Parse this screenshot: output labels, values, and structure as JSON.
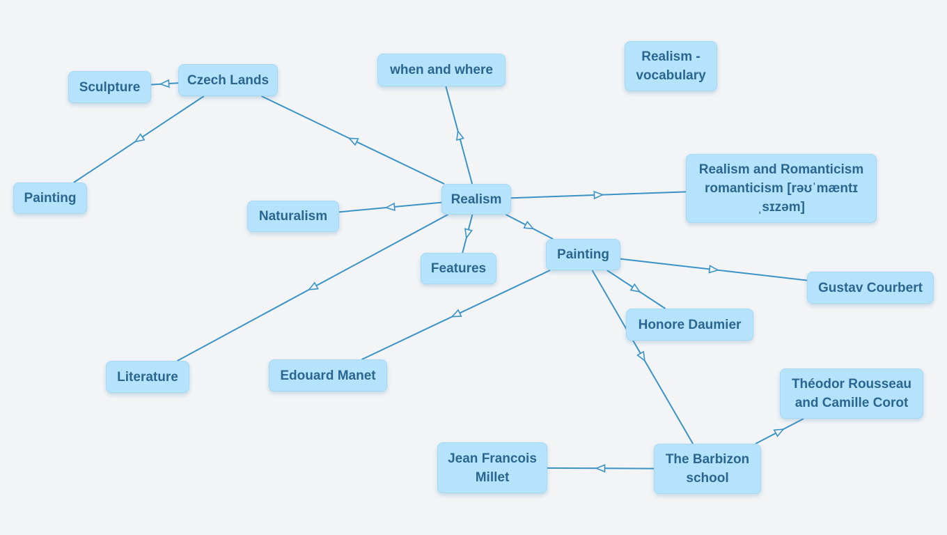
{
  "colors": {
    "background": "#f2f4f6",
    "node_fill": "#b5e3fb",
    "node_text": "#2a6690",
    "edge": "#3a93c6"
  },
  "nodes": {
    "realism": "Realism",
    "when_and_where": "when and where",
    "vocabulary": "Realism - vocabulary",
    "czech_lands": "Czech Lands",
    "sculpture": "Sculpture",
    "painting_czech": "Painting",
    "naturalism": "Naturalism",
    "features": "Features",
    "literature": "Literature",
    "realism_and_romanticism": "Realism and Romanticism romanticism [rəʊˈmæntɪ ˌsɪzəm]",
    "painting": "Painting",
    "gustav_courbert": "Gustav Courbert",
    "honore_daumier": "Honore Daumier",
    "edouard_manet": "Edouard Manet",
    "barbizon_school": "The Barbizon school",
    "rousseau_corot": "Théodor Rousseau and Camille Corot",
    "millet": "Jean Francois Millet"
  },
  "edges": [
    {
      "from": "realism",
      "to": "when_and_where"
    },
    {
      "from": "realism",
      "to": "czech_lands"
    },
    {
      "from": "czech_lands",
      "to": "sculpture"
    },
    {
      "from": "czech_lands",
      "to": "painting_czech"
    },
    {
      "from": "realism",
      "to": "naturalism"
    },
    {
      "from": "realism",
      "to": "features"
    },
    {
      "from": "realism",
      "to": "literature"
    },
    {
      "from": "realism",
      "to": "realism_and_romanticism"
    },
    {
      "from": "realism",
      "to": "painting"
    },
    {
      "from": "painting",
      "to": "gustav_courbert"
    },
    {
      "from": "painting",
      "to": "honore_daumier"
    },
    {
      "from": "painting",
      "to": "edouard_manet"
    },
    {
      "from": "painting",
      "to": "barbizon_school"
    },
    {
      "from": "barbizon_school",
      "to": "rousseau_corot"
    },
    {
      "from": "barbizon_school",
      "to": "millet"
    }
  ]
}
